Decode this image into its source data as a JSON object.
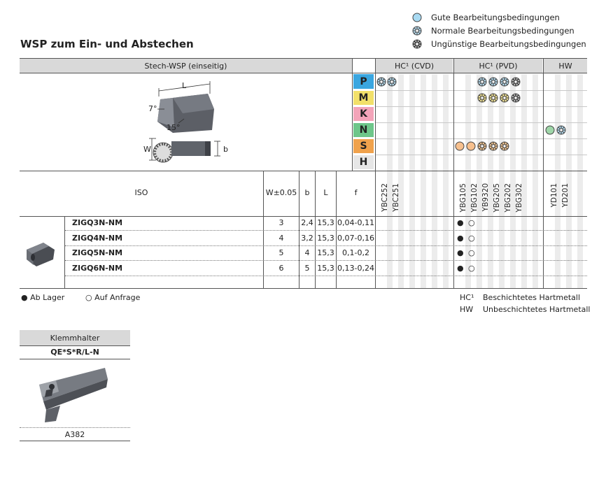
{
  "legend": [
    {
      "symbol": "good",
      "text": "Gute Bearbeitungsbedingungen"
    },
    {
      "symbol": "normal",
      "text": "Normale Bearbeitungsbedingungen"
    },
    {
      "symbol": "bad",
      "text": "Ungünstige Bearbeitungsbedingungen"
    }
  ],
  "title": "WSP zum Ein- und Abstechen",
  "header": {
    "insert_type": "Stech-WSP (einseitig)",
    "group_cvd": "HC¹ (CVD)",
    "group_pvd": "HC¹ (PVD)",
    "group_hw": "HW"
  },
  "materials": [
    {
      "code": "P",
      "color": "#3aa6e0"
    },
    {
      "code": "M",
      "color": "#f2e06a"
    },
    {
      "code": "K",
      "color": "#f3a4b9"
    },
    {
      "code": "N",
      "color": "#6ec68a"
    },
    {
      "code": "S",
      "color": "#f0a24c"
    },
    {
      "code": "H",
      "color": "#e6e6e6"
    }
  ],
  "drawing_labels": {
    "L": "L",
    "angle7": "7°",
    "angle15": "15°",
    "W": "W",
    "b": "b"
  },
  "columns": {
    "iso": "ISO",
    "w": "W±0.05",
    "b": "b",
    "l": "L",
    "f": "f"
  },
  "grades": [
    "YBC252",
    "YBC251",
    "YBG105",
    "YBG102",
    "YB9320",
    "YBG205",
    "YBG202",
    "YBG302",
    "YD101",
    "YD201"
  ],
  "rows": [
    {
      "iso": "ZIGQ3N-NM",
      "w": "3",
      "b": "2,4",
      "l": "15,3",
      "f": "0,04-0,11"
    },
    {
      "iso": "ZIGQ4N-NM",
      "w": "4",
      "b": "3,2",
      "l": "15,3",
      "f": "0,07-0,16"
    },
    {
      "iso": "ZIGQ5N-NM",
      "w": "5",
      "b": "4",
      "l": "15,3",
      "f": "0,1-0,2"
    },
    {
      "iso": "ZIGQ6N-NM",
      "w": "6",
      "b": "5",
      "l": "15,3",
      "f": "0,13-0,24"
    }
  ],
  "availability_symbols": {
    "stock": "●",
    "request": "○"
  },
  "bottom_legend": {
    "stock": "● Ab Lager",
    "request": "○ Auf Anfrage",
    "hc_code": "HC¹",
    "hc_text": "Beschichtetes Hartmetall",
    "hw_code": "HW",
    "hw_text": "Unbeschichtetes Hartmetall"
  },
  "holder": {
    "header": "Klemmhalter",
    "code": "QE*S*R/L-N",
    "page": "A382"
  },
  "colors": {
    "good": "#a8daf2",
    "normal": "#b7dcef",
    "pvd_normal": "#f6e79a",
    "bad": "#c0c0c0",
    "s_good": "#f7c08e",
    "s_normal": "#f5c996",
    "n_good": "#9fd6a9"
  }
}
